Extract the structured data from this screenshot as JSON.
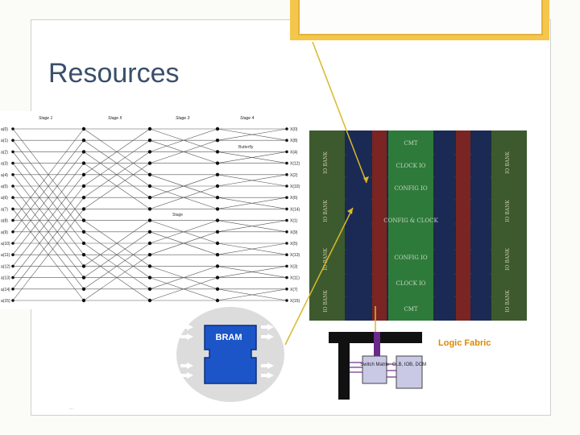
{
  "slide": {
    "title": "Resources",
    "footer_mark": "..."
  },
  "fft": {
    "stages": [
      "Stage 1",
      "Stage II",
      "Stage 3",
      "Stage 4"
    ],
    "inputs": [
      "a(0)",
      "a(1)",
      "a(2)",
      "a(3)",
      "a(4)",
      "a(5)",
      "a(6)",
      "a(7)",
      "a(8)",
      "a(9)",
      "a(10)",
      "a(11)",
      "a(12)",
      "a(13)",
      "a(14)",
      "a(15)"
    ],
    "outputs": [
      "X(0)",
      "X(8)",
      "X(4)",
      "X(12)",
      "X(2)",
      "X(10)",
      "X(6)",
      "X(14)",
      "X(1)",
      "X(9)",
      "X(5)",
      "X(13)",
      "X(3)",
      "X(11)",
      "X(7)",
      "X(15)"
    ],
    "annotations": [
      "Butterfly",
      "Stage"
    ]
  },
  "fpga": {
    "center_blocks": [
      "CMT",
      "CLOCK IO",
      "CONFIG IO",
      "CONFIG & CLOCK",
      "CONFIG IO",
      "CLOCK IO",
      "CMT"
    ],
    "io_bank_label": "IO BANK"
  },
  "bram": {
    "label": "BRAM"
  },
  "logic_fabric": {
    "label": "Logic Fabric",
    "switch_label": "Switch Matrix",
    "clb_label": "CLB, IOB, DCM"
  },
  "colors": {
    "title": "#3a4f6a",
    "accent": "#f4c64b",
    "bram_fill": "#1c55c8",
    "logic_fabric_label": "#d98a00",
    "connector": "#d9b82a"
  }
}
